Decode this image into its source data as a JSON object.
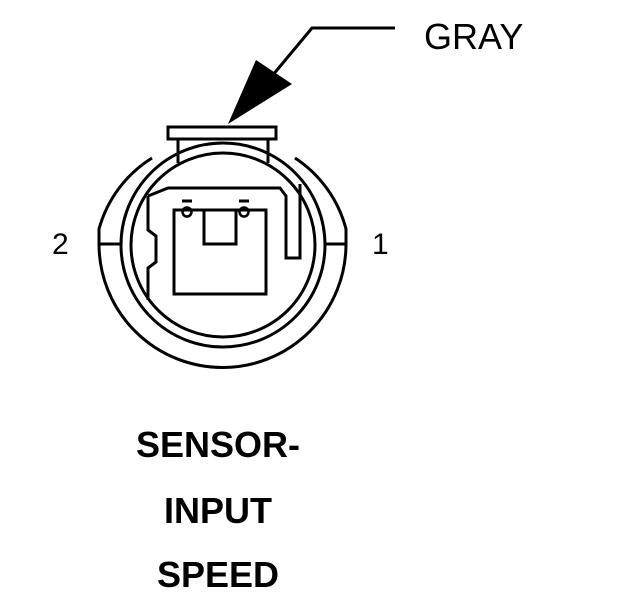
{
  "callout": {
    "label": "GRAY"
  },
  "pins": {
    "left": "2",
    "right": "1"
  },
  "title": {
    "lines": [
      "SENSOR-",
      "INPUT",
      "SPEED"
    ]
  },
  "colors": {
    "ink": "#000000",
    "background": "#ffffff"
  }
}
